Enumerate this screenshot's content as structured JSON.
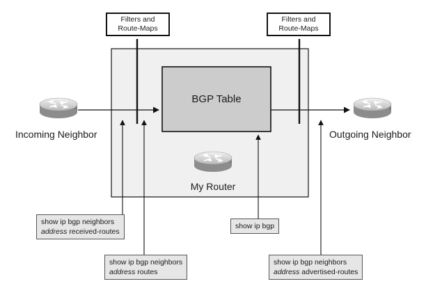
{
  "bgp_table": {
    "label": "BGP Table"
  },
  "my_router": {
    "label": "My Router"
  },
  "incoming_neighbor": {
    "label": "Incoming Neighbor"
  },
  "outgoing_neighbor": {
    "label": "Outgoing Neighbor"
  },
  "filters": {
    "inbound": {
      "line1": "Filters and",
      "line2": "Route-Maps"
    },
    "outbound": {
      "line1": "Filters and",
      "line2": "Route-Maps"
    }
  },
  "commands": {
    "received": {
      "line1": "show ip bgp neighbors",
      "line2_italic": "address",
      "line2_rest": " received-routes"
    },
    "routes": {
      "line1": "show ip bgp neighbors",
      "line2_italic": "address",
      "line2_rest": " routes"
    },
    "show_bgp": {
      "line1": "show ip bgp"
    },
    "advertised": {
      "line1": "show ip bgp neighbors",
      "line2_italic": "address",
      "line2_rest": " advertised-routes"
    }
  },
  "colors": {
    "router_box_fill": "#f0f0f0",
    "bgp_table_fill": "#cccccc",
    "command_fill": "#e6e6e6"
  }
}
